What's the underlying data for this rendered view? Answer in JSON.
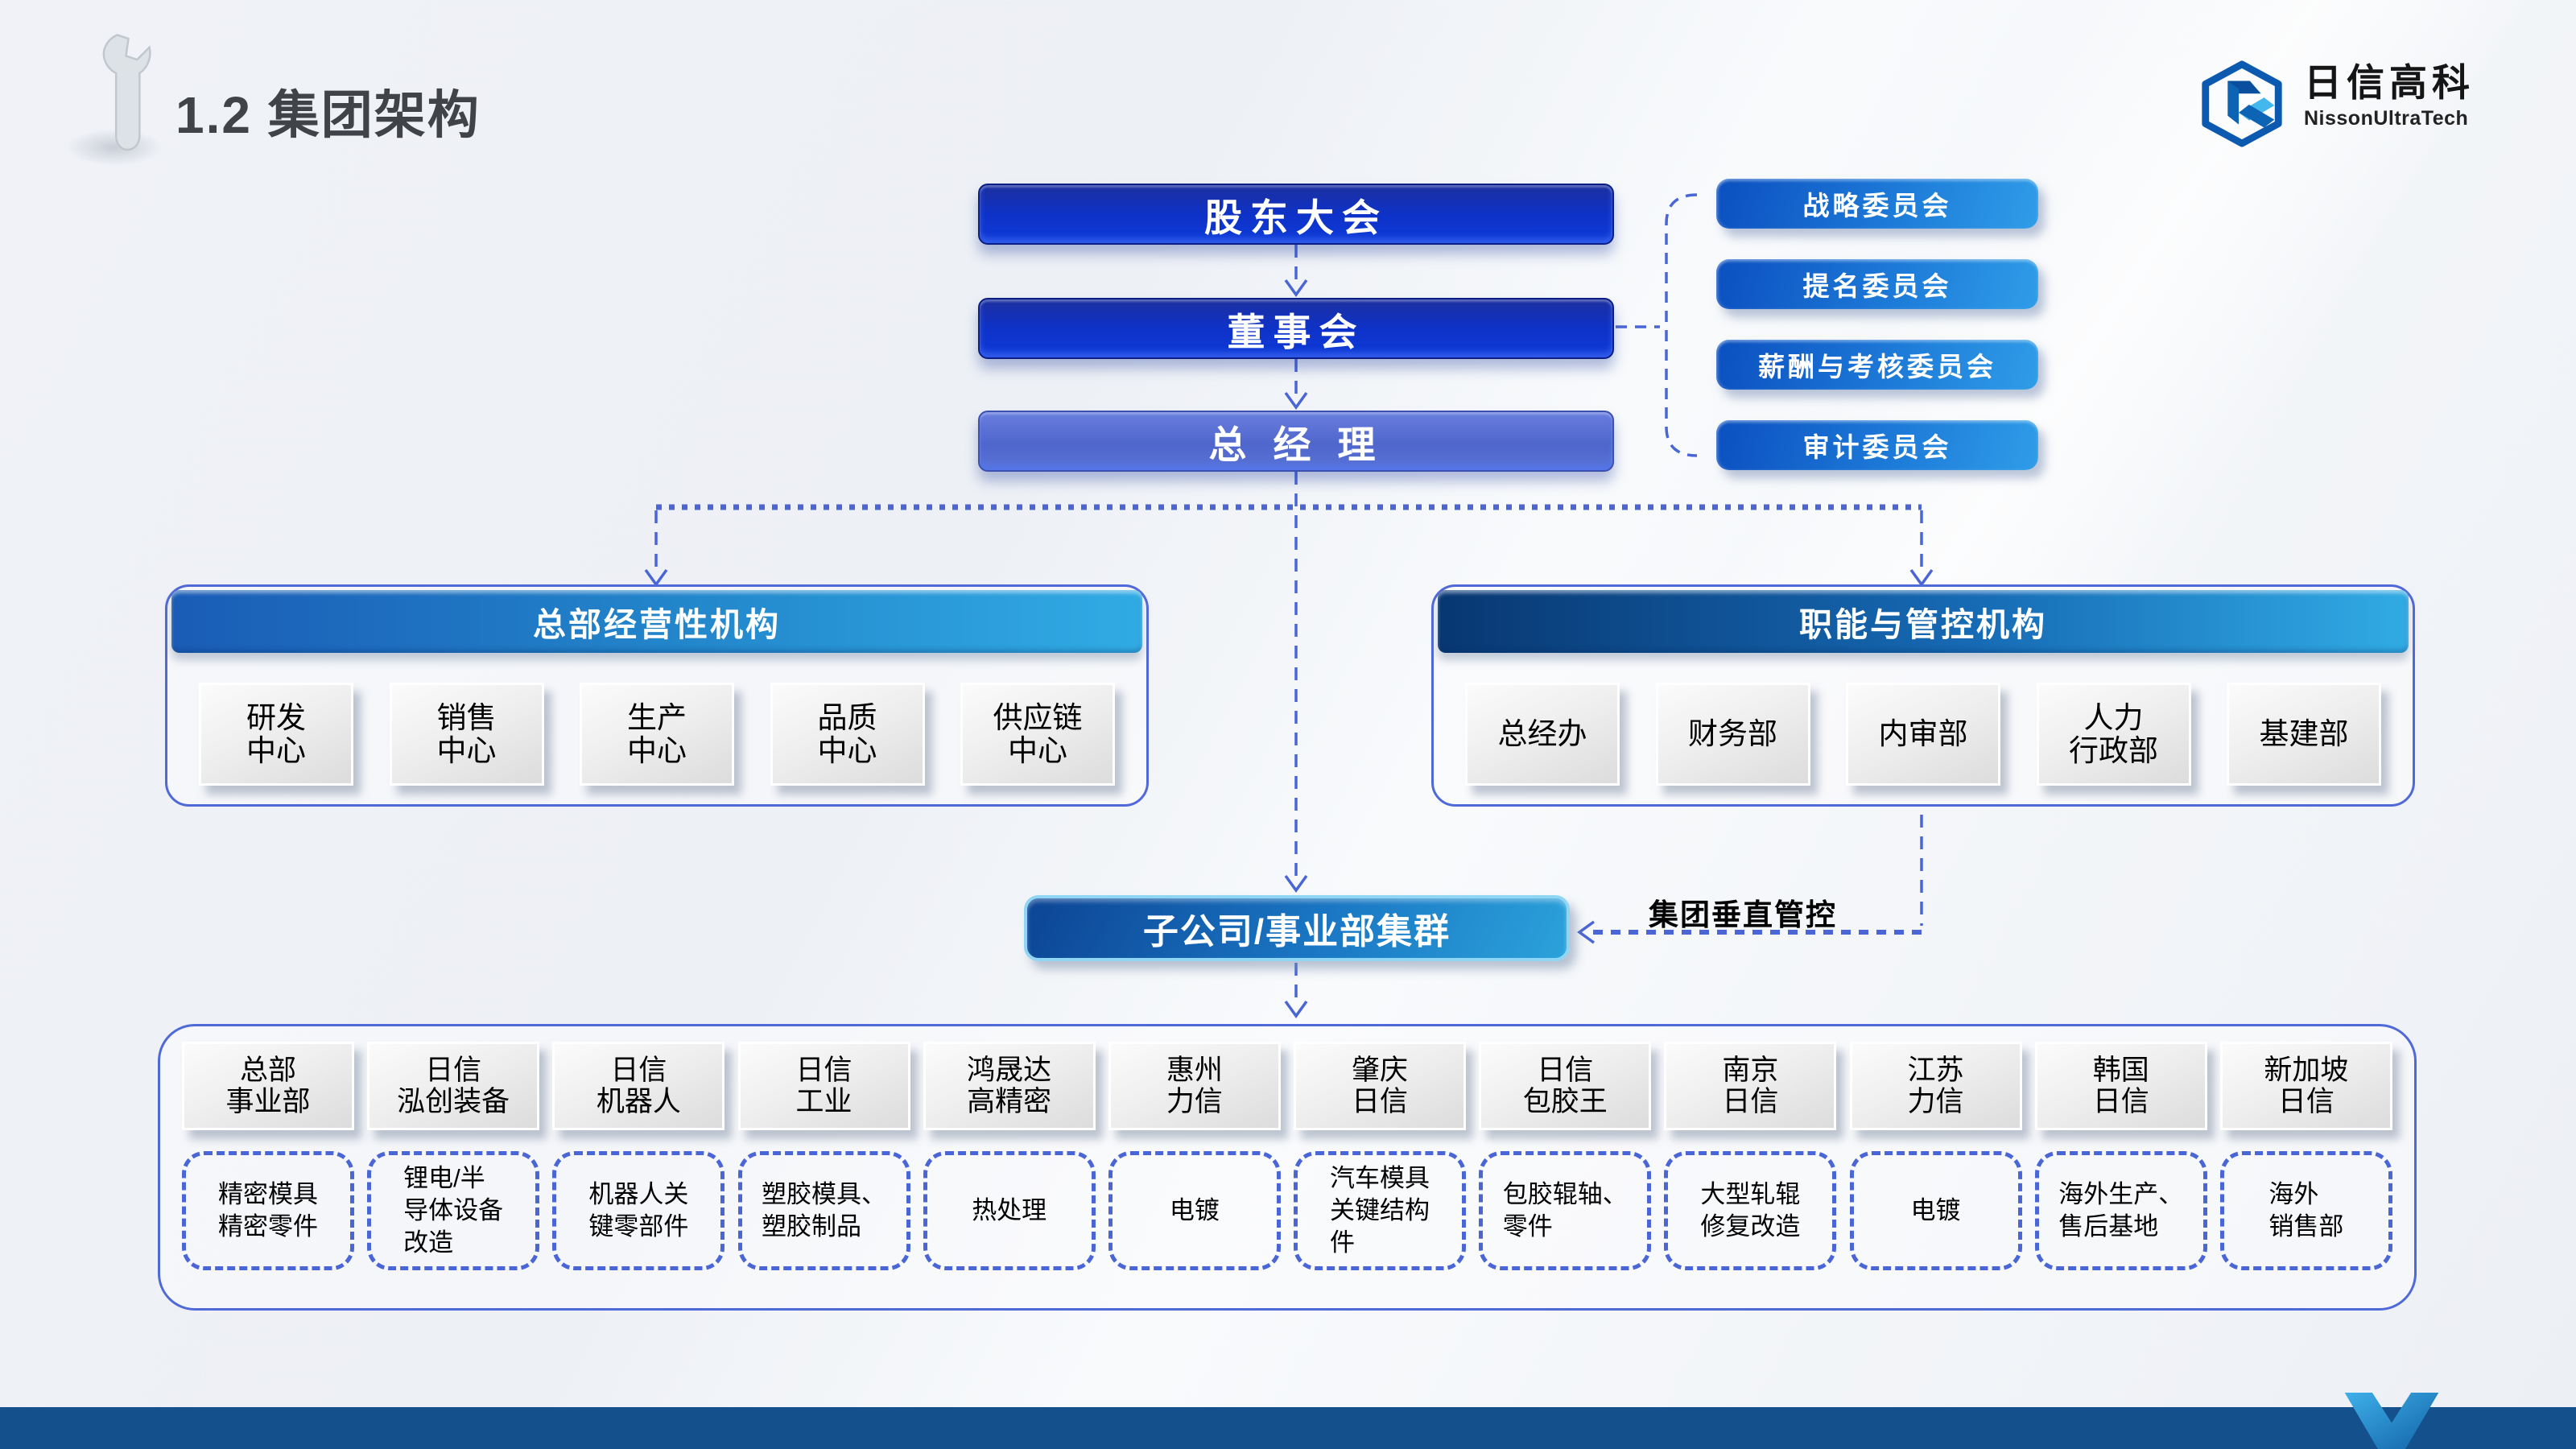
{
  "header": {
    "slide_title": "1.2 集团架构"
  },
  "logo": {
    "company_cn": "日信高科",
    "company_en": "NissonUltraTech"
  },
  "governance": {
    "shareholders": "股东大会",
    "board": "董事会",
    "general_manager": "总 经 理"
  },
  "committees": [
    {
      "label": "战略委员会"
    },
    {
      "label": "提名委员会"
    },
    {
      "label": "薪酬与考核委员会"
    },
    {
      "label": "审计委员会"
    }
  ],
  "left_group": {
    "title": "总部经营性机构",
    "units": [
      {
        "lines": [
          "研发",
          "中心"
        ]
      },
      {
        "lines": [
          "销售",
          "中心"
        ]
      },
      {
        "lines": [
          "生产",
          "中心"
        ]
      },
      {
        "lines": [
          "品质",
          "中心"
        ]
      },
      {
        "lines": [
          "供应链",
          "中心"
        ]
      }
    ]
  },
  "right_group": {
    "title": "职能与管控机构",
    "units": [
      {
        "lines": [
          "总经办"
        ]
      },
      {
        "lines": [
          "财务部"
        ]
      },
      {
        "lines": [
          "内审部"
        ]
      },
      {
        "lines": [
          "人力",
          "行政部"
        ]
      },
      {
        "lines": [
          "基建部"
        ]
      }
    ]
  },
  "cluster": {
    "title": "子公司/事业部集群",
    "vertical_control_label": "集团垂直管控"
  },
  "bottom": {
    "subsidiaries": [
      {
        "lines": [
          "总部",
          "事业部"
        ]
      },
      {
        "lines": [
          "日信",
          "泓创装备"
        ]
      },
      {
        "lines": [
          "日信",
          "机器人"
        ]
      },
      {
        "lines": [
          "日信",
          "工业"
        ]
      },
      {
        "lines": [
          "鸿晟达",
          "高精密"
        ]
      },
      {
        "lines": [
          "惠州",
          "力信"
        ]
      },
      {
        "lines": [
          "肇庆",
          "日信"
        ]
      },
      {
        "lines": [
          "日信",
          "包胶王"
        ]
      },
      {
        "lines": [
          "南京",
          "日信"
        ]
      },
      {
        "lines": [
          "江苏",
          "力信"
        ]
      },
      {
        "lines": [
          "韩国",
          "日信"
        ]
      },
      {
        "lines": [
          "新加坡",
          "日信"
        ]
      }
    ],
    "scopes": [
      {
        "lines": [
          "精密模具",
          "精密零件"
        ],
        "align": "left"
      },
      {
        "lines": [
          "锂电/半",
          "导体设备",
          "改造"
        ],
        "align": "left"
      },
      {
        "lines": [
          "机器人关",
          "键零部件"
        ],
        "align": "left"
      },
      {
        "lines": [
          "塑胶模具、",
          "塑胶制品"
        ],
        "align": "left"
      },
      {
        "lines": [
          "热处理"
        ],
        "align": "center"
      },
      {
        "lines": [
          "电镀"
        ],
        "align": "center"
      },
      {
        "lines": [
          "汽车模具",
          "关键结构",
          "件"
        ],
        "align": "left"
      },
      {
        "lines": [
          "包胶辊轴、",
          "零件"
        ],
        "align": "left"
      },
      {
        "lines": [
          "大型轧辊",
          "修复改造"
        ],
        "align": "left"
      },
      {
        "lines": [
          "电镀"
        ],
        "align": "center"
      },
      {
        "lines": [
          "海外生产、",
          "售后基地"
        ],
        "align": "left"
      },
      {
        "lines": [
          "海外",
          "销售部"
        ],
        "align": "left"
      }
    ]
  },
  "colors": {
    "deep_blue_box": "#0e32c8",
    "gm_box": "#5a74d6",
    "committee_blue": "#1d7ad8",
    "header_cyan": "#31abe4",
    "header_navy": "#083772",
    "connector_blue": "#4a66d6",
    "footer_navy": "#14508c",
    "background": "#eef1f5"
  }
}
